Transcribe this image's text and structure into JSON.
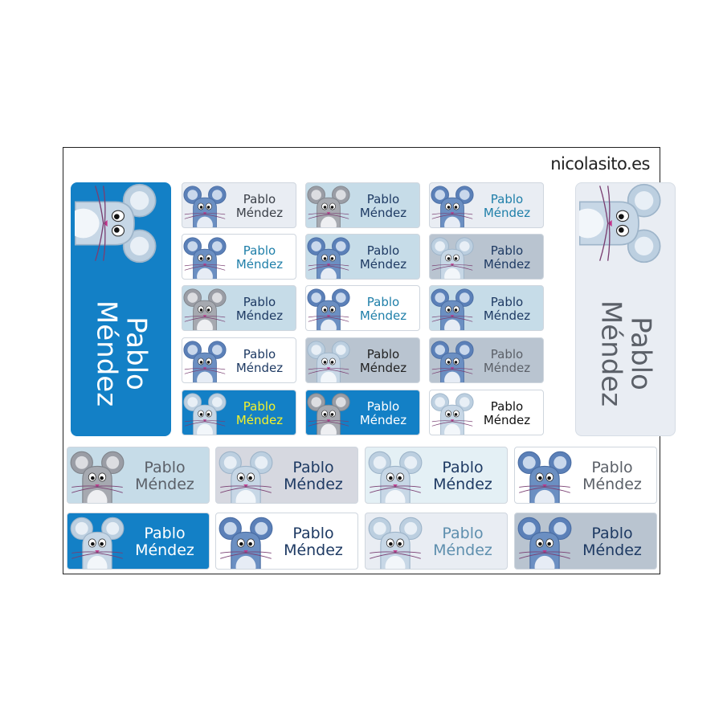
{
  "brand": "nicolasito.es",
  "label_text": {
    "line1": "Pablo",
    "line2": "Méndez"
  },
  "palette": {
    "royal": "#1380c6",
    "pale": "#e9edf3",
    "light_blue": "#c6dce8",
    "white": "#ffffff",
    "mist": "#e4f0f5",
    "gray_blue": "#b9c4d0",
    "lavender_gray": "#d6d8e0",
    "navy_text": "#1e3a63",
    "teal_text": "#1f7fa9",
    "gray_text": "#5b6068",
    "yellow_text": "#f4f12a"
  },
  "mouse_colors": [
    "blue",
    "gray",
    "pale"
  ],
  "large_labels": [
    {
      "bg": "#1380c6",
      "text": "#ffffff",
      "mouse": "pale",
      "border": "#1380c6"
    },
    {
      "bg": "#e9edf3",
      "text": "#5b6068",
      "mouse": "pale",
      "border": "#e9edf3"
    }
  ],
  "small_labels": [
    {
      "bg": "#e9edf3",
      "text": "#3a3f47",
      "mouse": "blue"
    },
    {
      "bg": "#c6dce8",
      "text": "#1e3a63",
      "mouse": "gray"
    },
    {
      "bg": "#e9edf3",
      "text": "#1f7fa9",
      "mouse": "blue"
    },
    {
      "bg": "#ffffff",
      "text": "#1f7fa9",
      "mouse": "blue"
    },
    {
      "bg": "#c6dce8",
      "text": "#1e3a63",
      "mouse": "blue"
    },
    {
      "bg": "#b9c4d0",
      "text": "#1e3a63",
      "mouse": "pale"
    },
    {
      "bg": "#c6dce8",
      "text": "#1e3a63",
      "mouse": "gray"
    },
    {
      "bg": "#ffffff",
      "text": "#1f7fa9",
      "mouse": "blue"
    },
    {
      "bg": "#c6dce8",
      "text": "#1e3a63",
      "mouse": "blue"
    },
    {
      "bg": "#ffffff",
      "text": "#1e3a63",
      "mouse": "blue"
    },
    {
      "bg": "#b9c4d0",
      "text": "#222222",
      "mouse": "pale"
    },
    {
      "bg": "#b9c4d0",
      "text": "#5b6068",
      "mouse": "blue"
    },
    {
      "bg": "#1380c6",
      "text": "#f4f12a",
      "mouse": "pale"
    },
    {
      "bg": "#1380c6",
      "text": "#ffffff",
      "mouse": "gray"
    },
    {
      "bg": "#ffffff",
      "text": "#111111",
      "mouse": "pale"
    }
  ],
  "wide_labels": [
    {
      "bg": "#c6dce8",
      "text": "#5b6068",
      "mouse": "gray"
    },
    {
      "bg": "#d6d8e0",
      "text": "#1e3a63",
      "mouse": "pale"
    },
    {
      "bg": "#e4f0f5",
      "text": "#1e3a63",
      "mouse": "pale"
    },
    {
      "bg": "#ffffff",
      "text": "#5b6068",
      "mouse": "blue"
    },
    {
      "bg": "#1380c6",
      "text": "#ffffff",
      "mouse": "pale"
    },
    {
      "bg": "#ffffff",
      "text": "#1e3a63",
      "mouse": "blue"
    },
    {
      "bg": "#e9edf3",
      "text": "#5e8fae",
      "mouse": "pale"
    },
    {
      "bg": "#b9c4d0",
      "text": "#1e3a63",
      "mouse": "blue"
    }
  ]
}
